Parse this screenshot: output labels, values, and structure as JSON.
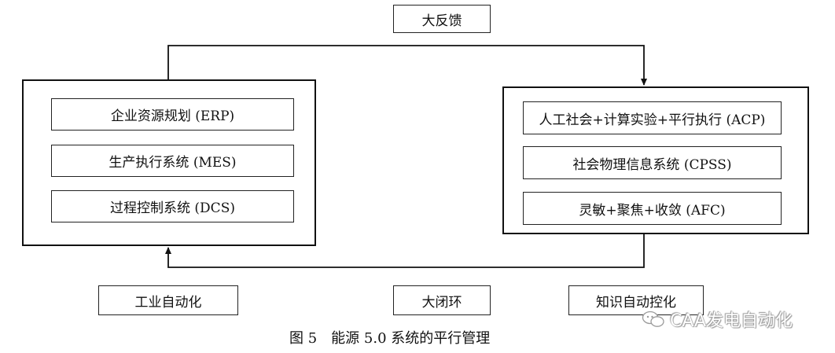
{
  "diagram": {
    "top_label": "大反馈",
    "left_panel": {
      "items": [
        "企业资源规划 (ERP)",
        "生产执行系统 (MES)",
        "过程控制系统 (DCS)"
      ]
    },
    "right_panel": {
      "items": [
        "人工社会+计算实验+平行执行 (ACP)",
        "社会物理信息系统 (CPSS)",
        "灵敏+聚焦+收敛 (AFC)"
      ]
    },
    "bottom_labels": {
      "left": "工业自动化",
      "center": "大闭环",
      "right": "知识自动控化"
    },
    "caption": "图 5　能源 5.0 系统的平行管理",
    "watermark": "CAA发电自动化",
    "colors": {
      "line": "#111111",
      "border": "#222222",
      "background": "#ffffff"
    }
  }
}
